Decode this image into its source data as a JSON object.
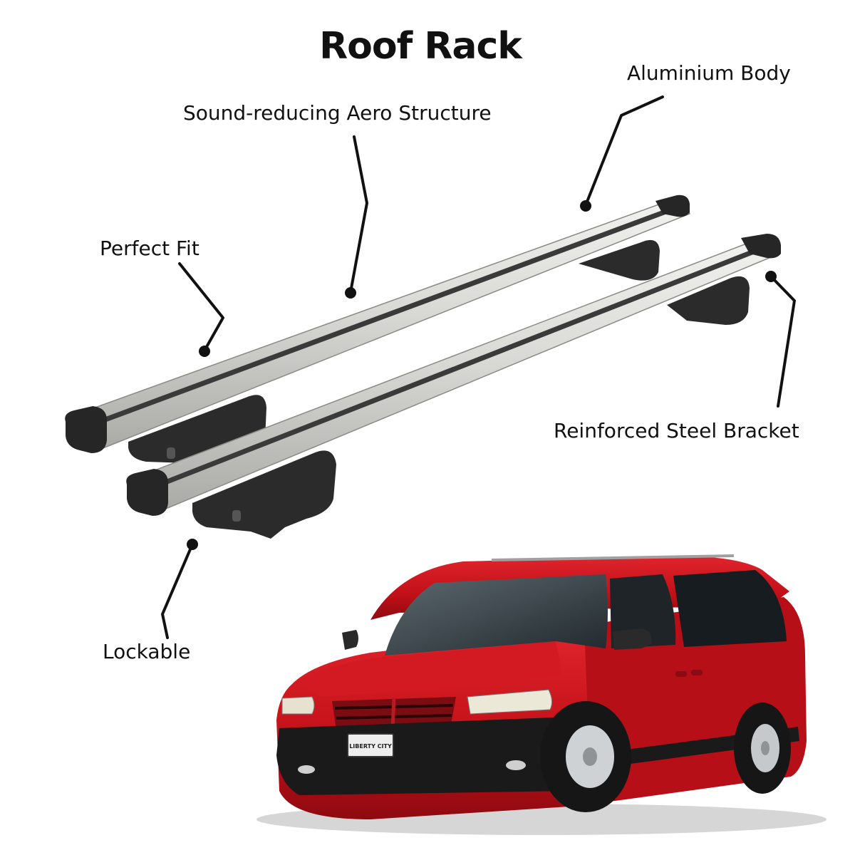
{
  "title": "Roof Rack",
  "callouts": {
    "aero": "Sound-reducing Aero Structure",
    "aluminium": "Aluminium Body",
    "fit": "Perfect Fit",
    "bracket": "Reinforced Steel Bracket",
    "lockable": "Lockable"
  },
  "license_plate": "LIBERTY CITY",
  "colors": {
    "van_red": "#c8121a",
    "bar_silver": "#d9d9d6",
    "bracket_black": "#2a2a2a",
    "text": "#111111"
  }
}
